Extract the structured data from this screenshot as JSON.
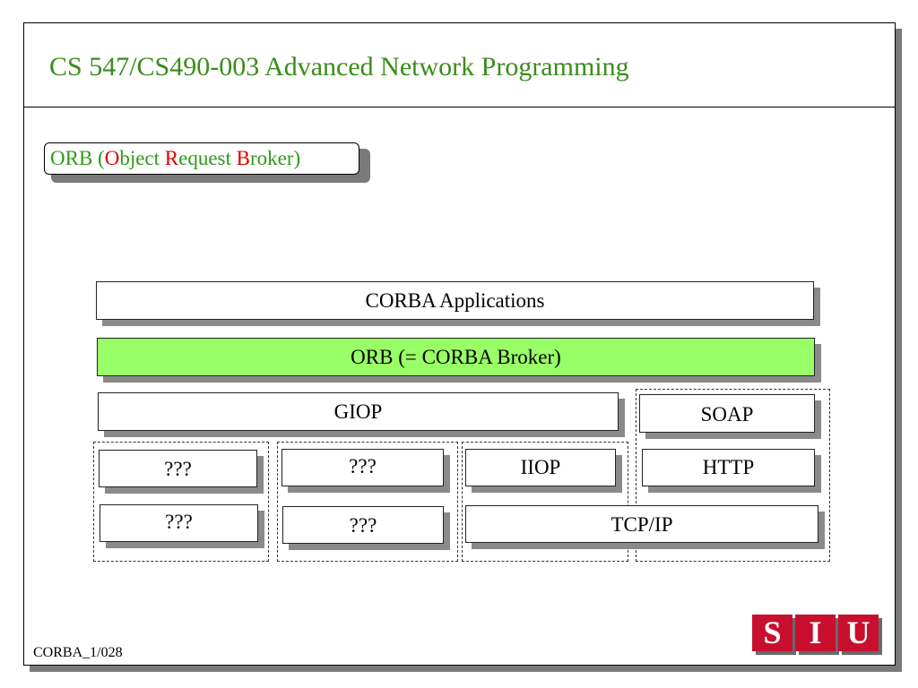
{
  "slide": {
    "title": "CS 547/CS490-003 Advanced Network Programming",
    "footer": "CORBA_1/028"
  },
  "topic": {
    "prefix": "ORB (",
    "o_letter": "O",
    "o_rest": "bject ",
    "r_letter": "R",
    "r_rest": "equest ",
    "b_letter": "B",
    "b_rest": "roker)"
  },
  "diagram": {
    "applications": "CORBA Applications",
    "orb": "ORB (= CORBA Broker)",
    "giop": "GIOP",
    "soap": "SOAP",
    "col1_top": "???",
    "col1_bottom": "???",
    "col2_top": "???",
    "col2_bottom": "???",
    "iiop": "IIOP",
    "http": "HTTP",
    "tcpip": "TCP/IP"
  },
  "logo": {
    "letters": [
      "S",
      "I",
      "U"
    ]
  },
  "colors": {
    "title": "#3a8c1a",
    "topic_text": "#2f9a1a",
    "topic_highlight": "#e00000",
    "orb_fill": "#99ff66",
    "logo_red": "#c8102e"
  }
}
